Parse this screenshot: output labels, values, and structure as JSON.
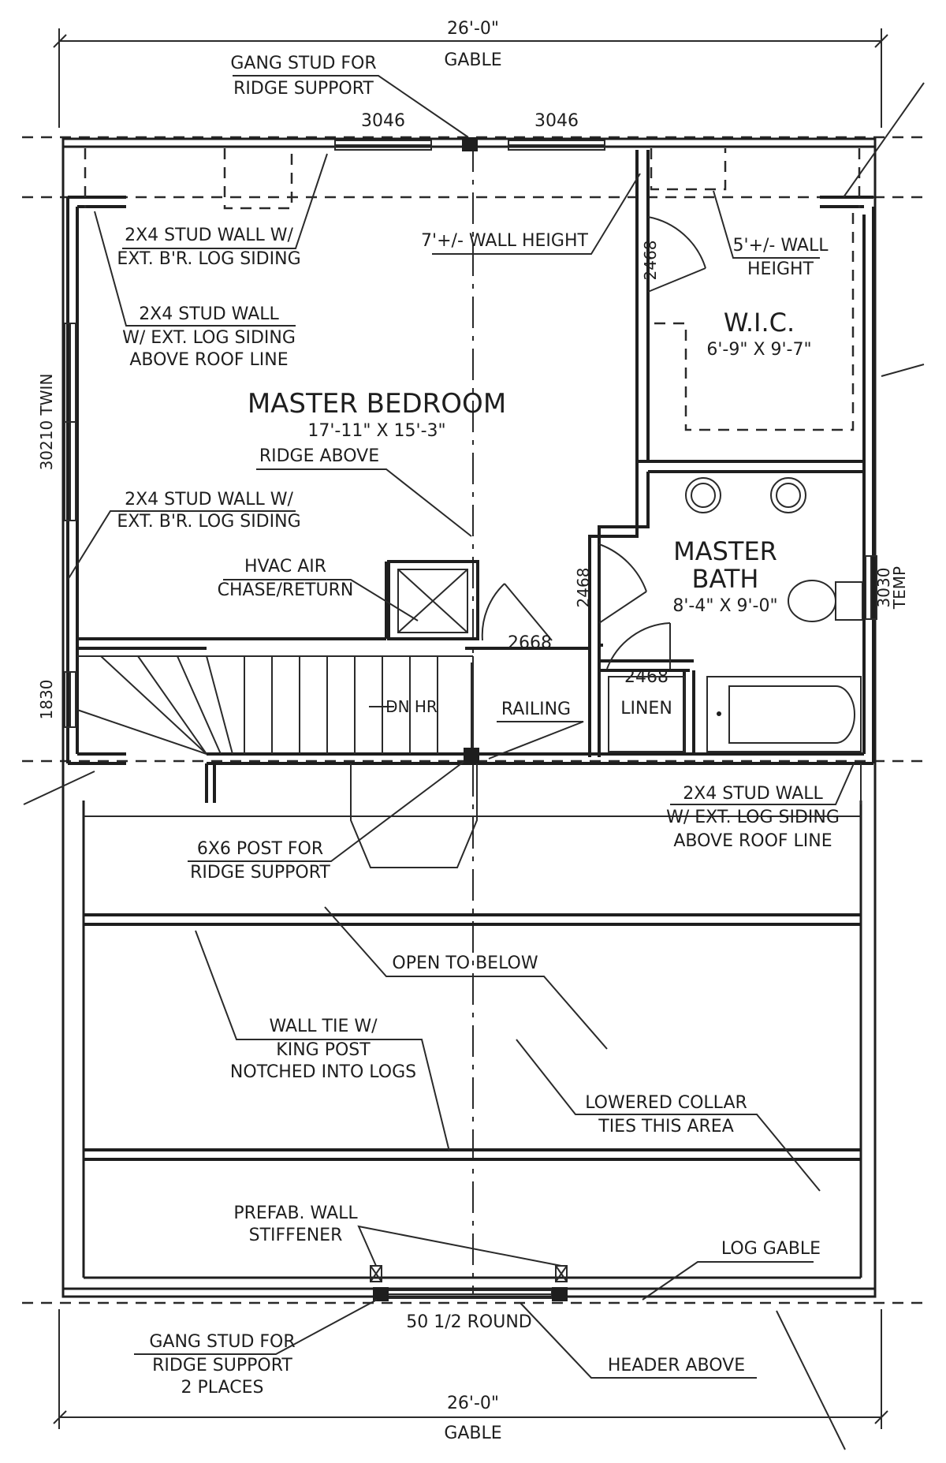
{
  "dimensions": {
    "top_width": "26'-0\"",
    "top_gable": "GABLE",
    "bottom_width": "26'-0\"",
    "bottom_gable": "GABLE"
  },
  "windows": {
    "top_left": "3046",
    "top_right": "3046",
    "left_twin": "30210 TWIN",
    "left_small": "1830",
    "right_temp_line1": "3030",
    "right_temp_line2": "TEMP",
    "bottom_round": "50 1/2 ROUND"
  },
  "rooms": {
    "master_bedroom": {
      "name": "MASTER BEDROOM",
      "size": "17'-11\" X 15'-3\""
    },
    "wic": {
      "name": "W.I.C.",
      "size": "6'-9\" X 9'-7\""
    },
    "master_bath": {
      "name_line1": "MASTER",
      "name_line2": "BATH",
      "size": "8'-4\" X 9'-0\""
    },
    "linen": "LINEN"
  },
  "doors": {
    "wic_door": "2468",
    "bath_door": "2468",
    "linen_door": "2468",
    "hall_door": "2668"
  },
  "notes": {
    "gang_stud_top_1": "GANG STUD FOR",
    "gang_stud_top_2": "RIDGE SUPPORT",
    "stud_wall_a_1": "2X4 STUD WALL W/",
    "stud_wall_a_2": "EXT. B'R. LOG SIDING",
    "stud_wall_b_1": "2X4 STUD WALL",
    "stud_wall_b_2": "W/ EXT. LOG SIDING",
    "stud_wall_b_3": "ABOVE ROOF LINE",
    "wall_height_7": "7'+/- WALL HEIGHT",
    "wall_height_5_1": "5'+/- WALL",
    "wall_height_5_2": "HEIGHT",
    "ridge_above": "RIDGE ABOVE",
    "stud_wall_c_1": "2X4 STUD WALL W/",
    "stud_wall_c_2": "EXT. B'R. LOG SIDING",
    "hvac_1": "HVAC AIR",
    "hvac_2": "CHASE/RETURN",
    "dn_hr": "DN HR",
    "railing": "RAILING",
    "stud_wall_d_1": "2X4 STUD WALL",
    "stud_wall_d_2": "W/ EXT. LOG SIDING",
    "stud_wall_d_3": "ABOVE ROOF LINE",
    "post_1": "6X6 POST FOR",
    "post_2": "RIDGE SUPPORT",
    "open_below": "OPEN TO BELOW",
    "wall_tie_1": "WALL TIE W/",
    "wall_tie_2": "KING POST",
    "wall_tie_3": "NOTCHED INTO LOGS",
    "collar_1": "LOWERED COLLAR",
    "collar_2": "TIES THIS AREA",
    "stiffener_1": "PREFAB. WALL",
    "stiffener_2": "STIFFENER",
    "log_gable": "LOG GABLE",
    "gang_stud_bottom_1": "GANG STUD FOR",
    "gang_stud_bottom_2": "RIDGE SUPPORT",
    "gang_stud_bottom_3": "2 PLACES",
    "header_above": "HEADER ABOVE"
  }
}
